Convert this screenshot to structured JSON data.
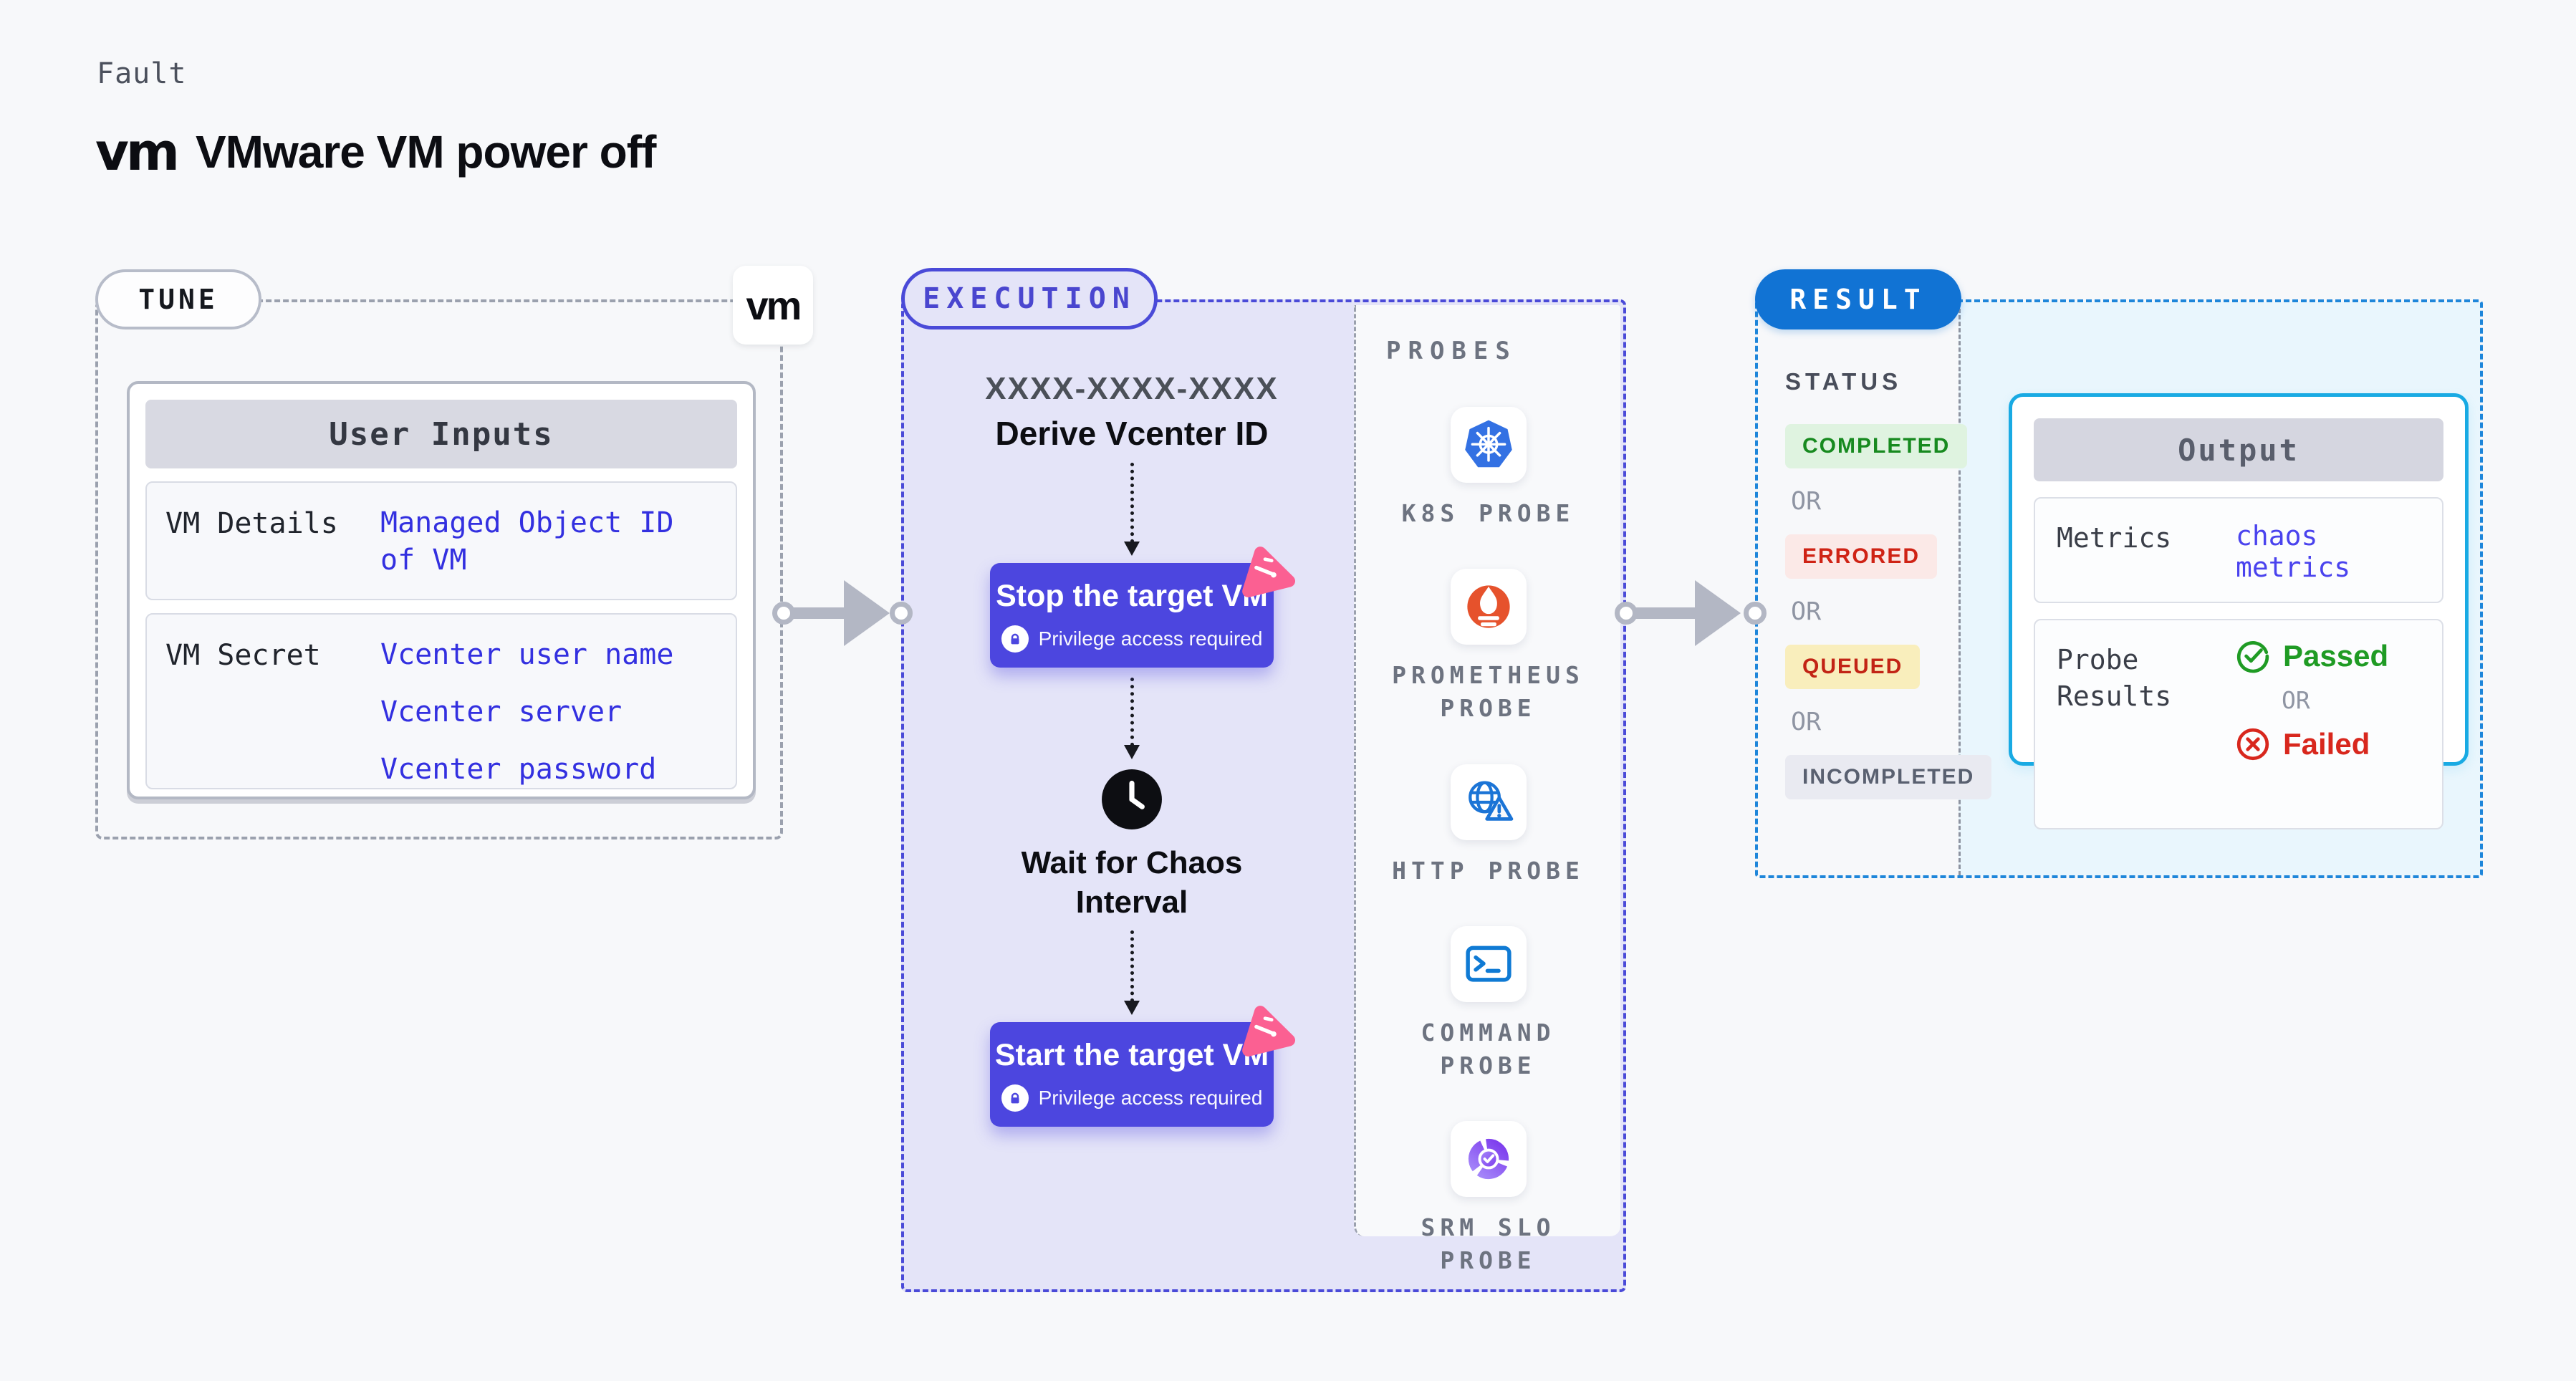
{
  "header": {
    "kicker": "Fault",
    "logo": "vm",
    "title": "VMware VM power off"
  },
  "tune": {
    "badge": "TUNE",
    "logo": "vm",
    "card": {
      "header": "User Inputs",
      "rows": [
        {
          "label": "VM Details",
          "values": [
            "Managed Object ID of VM"
          ]
        },
        {
          "label": "VM Secret",
          "values": [
            "Vcenter user name",
            "Vcenter server",
            "Vcenter password"
          ]
        }
      ]
    }
  },
  "execution": {
    "badge": "EXECUTION",
    "flow": {
      "code": "XXXX-XXXX-XXXX",
      "derive_label": "Derive Vcenter ID",
      "stop_title": "Stop the target VM",
      "stop_note": "Privilege access required",
      "wait_label": "Wait for Chaos Interval",
      "start_title": "Start the target VM",
      "start_note": "Privilege access required"
    },
    "probes": {
      "header": "PROBES",
      "items": [
        {
          "icon": "kubernetes-icon",
          "label": "K8S PROBE"
        },
        {
          "icon": "prometheus-icon",
          "label": "PROMETHEUS PROBE"
        },
        {
          "icon": "http-icon",
          "label": "HTTP PROBE"
        },
        {
          "icon": "command-icon",
          "label": "COMMAND PROBE"
        },
        {
          "icon": "srm-slo-icon",
          "label": "SRM SLO PROBE"
        }
      ]
    }
  },
  "result": {
    "badge": "RESULT",
    "status": {
      "header": "STATUS",
      "sequence": [
        {
          "kind": "completed",
          "text": "COMPLETED"
        },
        {
          "kind": "or",
          "text": "OR"
        },
        {
          "kind": "errored",
          "text": "ERRORED"
        },
        {
          "kind": "or",
          "text": "OR"
        },
        {
          "kind": "queued",
          "text": "QUEUED"
        },
        {
          "kind": "or",
          "text": "OR"
        },
        {
          "kind": "incompleted",
          "text": "INCOMPLETED"
        }
      ]
    },
    "output": {
      "header": "Output",
      "metrics_label": "Metrics",
      "metrics_value": "chaos metrics",
      "probe_results_label": "Probe Results",
      "passed_text": "Passed",
      "or_text": "OR",
      "failed_text": "Failed"
    }
  },
  "colors": {
    "page-bg": "#f7f8fa",
    "accent-indigo": "#4c46df",
    "execution-border": "#4a4ad8",
    "execution-fill": "#e4e4f8",
    "result-blue": "#1173d4",
    "result-dash": "#1e86da",
    "result-fill": "#e9f6fd",
    "output-border": "#19aae3",
    "value-blue": "#3330e0",
    "litmus-pink": "#fb6092",
    "k8s-blue": "#3371e3",
    "prom-orange": "#e6522c",
    "http-blue": "#1b74d6",
    "green": "#1f9b24",
    "red": "#d8271d"
  }
}
